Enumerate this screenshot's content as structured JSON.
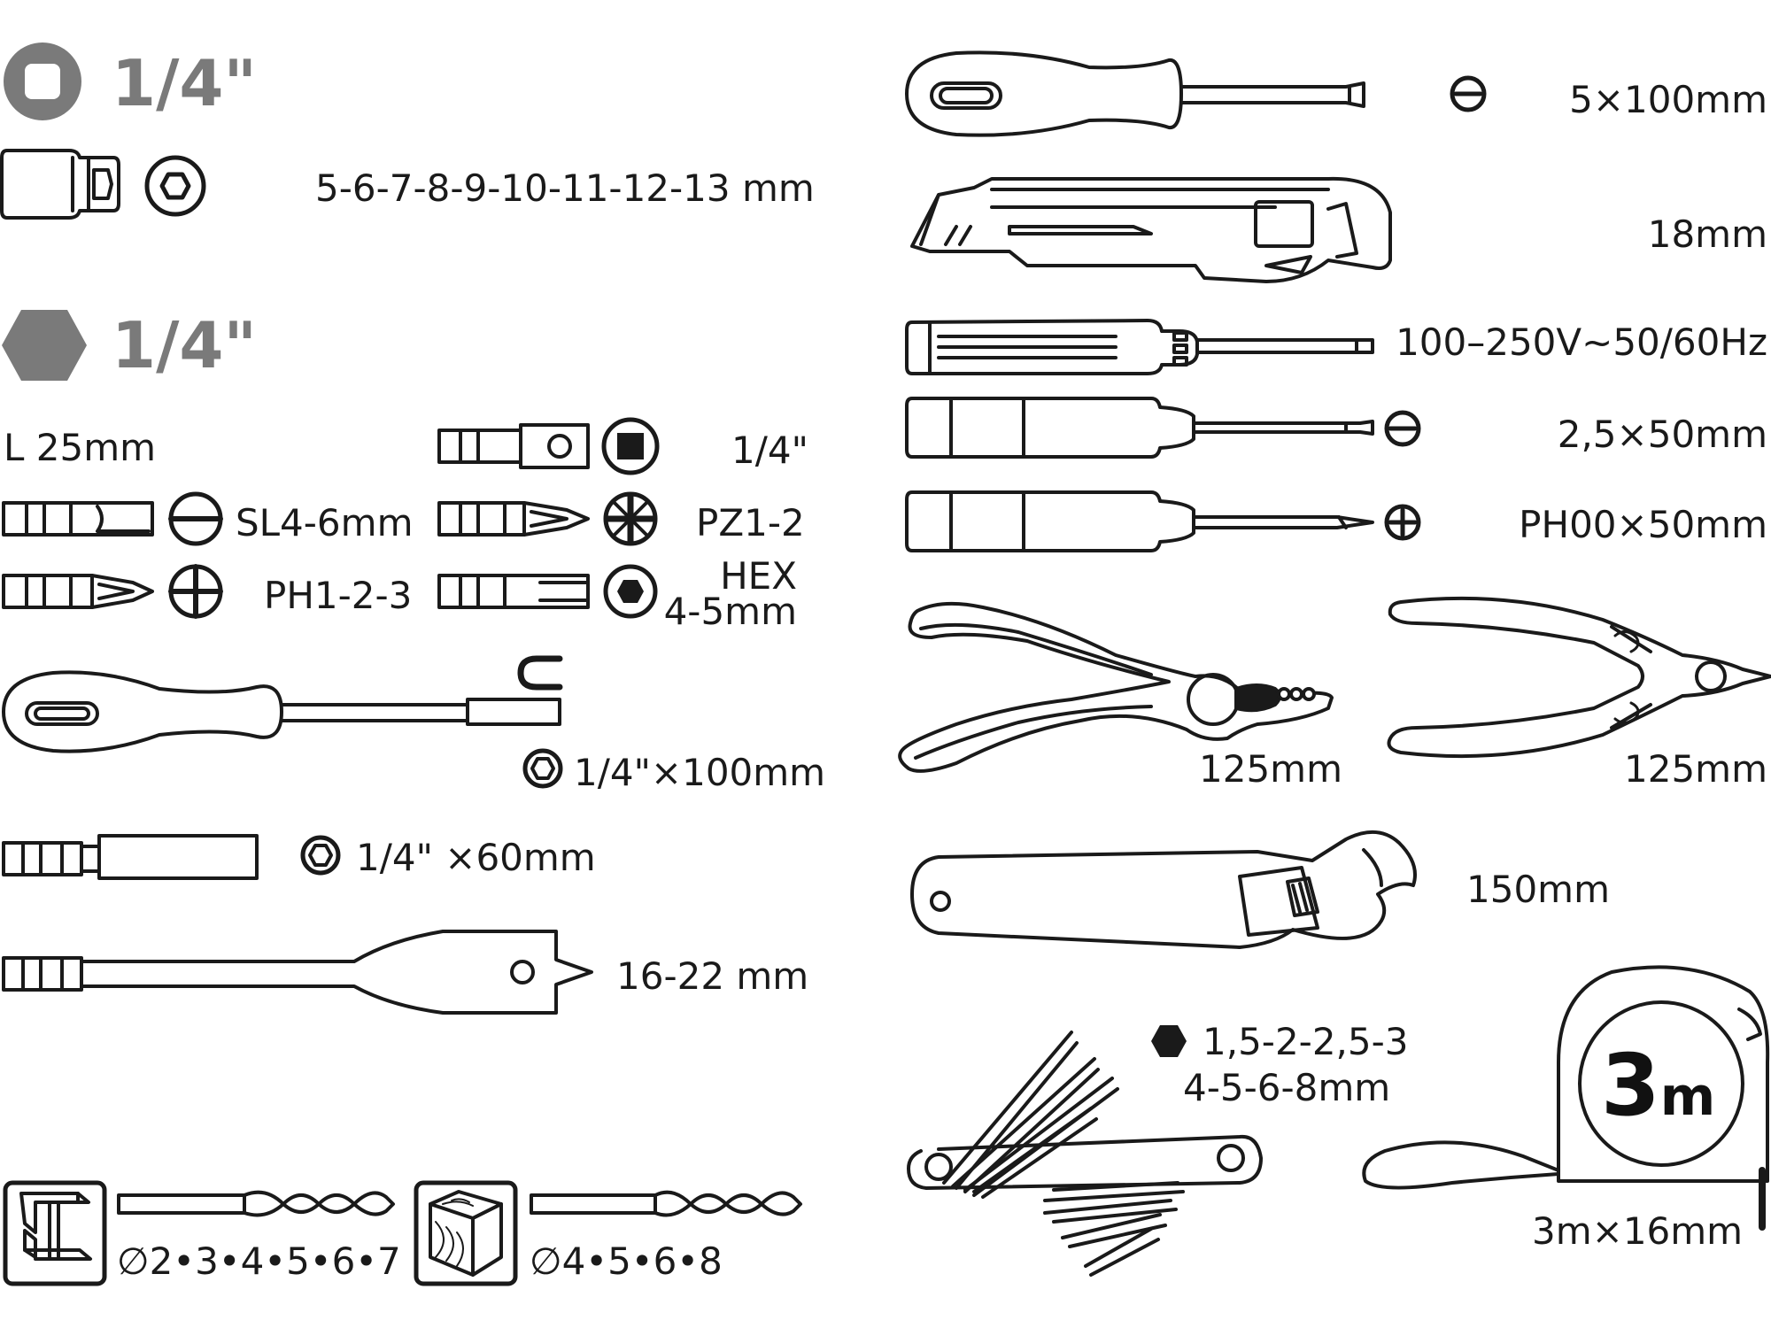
{
  "colors": {
    "ink": "#1a1a1a",
    "accent": "#7a7a7a",
    "background": "#ffffff"
  },
  "left": {
    "square_drive_label": "1/4\"",
    "sockets_sizes": "5-6-7-8-9-10-11-12-13 mm",
    "hex_drive_label": "1/4\"",
    "bits_length": "L 25mm",
    "bits": {
      "square_adapter": "1/4\"",
      "slotted": "SL4-6mm",
      "pozidriv": "PZ1-2",
      "phillips": "PH1-2-3",
      "hex_line1": "HEX",
      "hex_line2": "4-5mm"
    },
    "bit_holder_handle": "1/4\"×100mm",
    "bit_extension": "1/4\" ×60mm",
    "spade_bit": "16-22 mm",
    "metal_drills": "∅2•3•4•5•6•7",
    "wood_drills": "∅4•5•6•8"
  },
  "right": {
    "flat_screwdriver": "5×100mm",
    "utility_knife": "18mm",
    "voltage_tester": "100–250V~50/60Hz",
    "precision_flat": "2,5×50mm",
    "precision_phillips": "PH00×50mm",
    "combination_pliers": "125mm",
    "side_cutters": "125mm",
    "adjustable_wrench": "150mm",
    "hex_keys_line1": "1,5-2-2,5-3",
    "hex_keys_line2": "4-5-6-8mm",
    "tape_measure_badge": "3",
    "tape_measure_badge_unit": "m",
    "tape_measure": "3m×16mm"
  },
  "icons": [
    "square-drive-icon",
    "socket-icon",
    "hexagon-icon",
    "hex-drive-icon",
    "slotted-icon",
    "phillips-icon",
    "pozidriv-icon",
    "hex-socket-icon",
    "magnet-icon",
    "steel-beam-icon",
    "wood-icon"
  ]
}
